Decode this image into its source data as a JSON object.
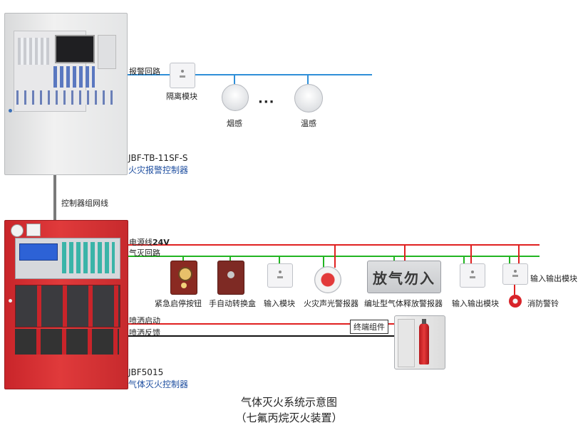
{
  "controllers": {
    "fire_alarm_model": "JBF-TB-11SF-S",
    "fire_alarm_name": "火灾报警控制器",
    "gas_model": "JBF5015",
    "gas_name": "气体灭火控制器",
    "network_label": "控制器组网线"
  },
  "alarm_loop": {
    "label": "报警回路",
    "devices": [
      "隔离模块",
      "烟感",
      "温感"
    ],
    "ellipsis": "···"
  },
  "power_lines": {
    "power_label": "电源线",
    "power_voltage": "24V",
    "gas_loop_label": "气灭回路"
  },
  "gas_devices": [
    "紧急启停按钮",
    "手自动转换盒",
    "输入模块",
    "火灾声光警报器",
    "编址型气体释放警报器",
    "输入输出模块",
    "输入输出模块",
    "消防警铃"
  ],
  "release_sign_text": "放气勿入",
  "spray": {
    "start_label": "喷洒启动",
    "feedback_label": "喷洒反馈",
    "terminal_label": "终端组件"
  },
  "colors": {
    "alarm_loop": "#2f8fd8",
    "power_line": "#e02020",
    "gas_loop": "#22b522",
    "black_line": "#111111"
  },
  "title": {
    "main": "气体灭火系统示意图",
    "sub": "（七氟丙烷灭火装置）"
  }
}
